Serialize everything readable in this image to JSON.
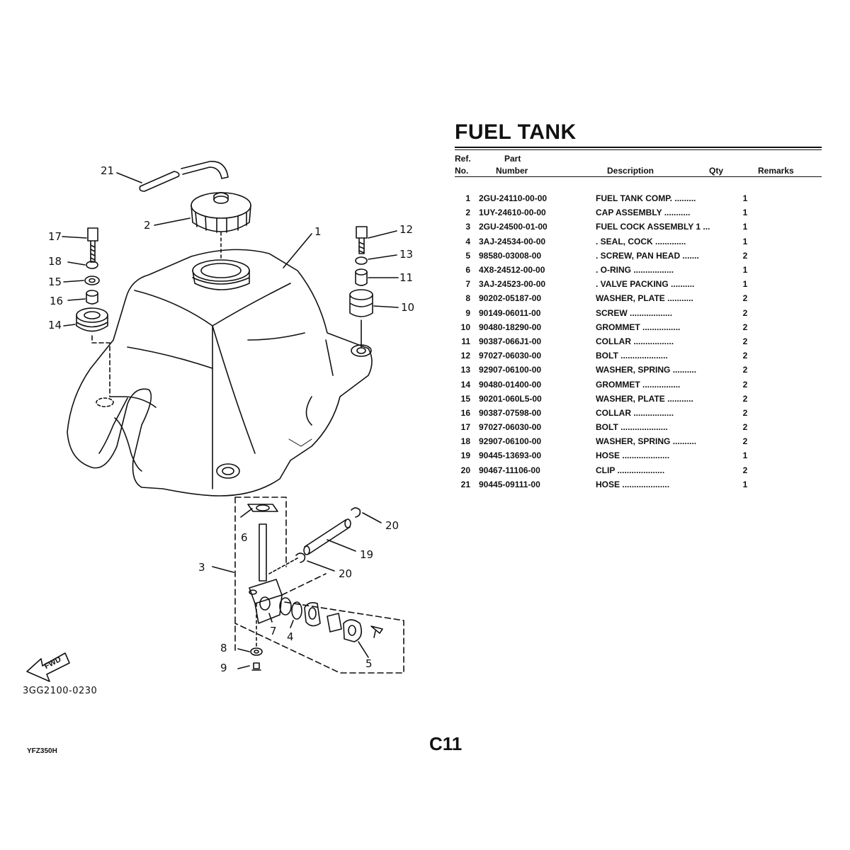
{
  "title": "FUEL TANK",
  "headers": {
    "ref": "Ref.",
    "no": "No.",
    "part": "Part",
    "number": "Number",
    "description": "Description",
    "qty": "Qty",
    "remarks": "Remarks"
  },
  "parts": [
    {
      "ref": "1",
      "part_number": "2GU-24110-00-00",
      "description": "FUEL TANK COMP.",
      "dots": ".........",
      "qty": "1"
    },
    {
      "ref": "2",
      "part_number": "1UY-24610-00-00",
      "description": "CAP ASSEMBLY",
      "dots": "...........",
      "qty": "1"
    },
    {
      "ref": "3",
      "part_number": "2GU-24500-01-00",
      "description": "FUEL COCK ASSEMBLY 1",
      "dots": "...",
      "qty": "1"
    },
    {
      "ref": "4",
      "part_number": "3AJ-24534-00-00",
      "description": ". SEAL, COCK",
      "dots": ".............",
      "qty": "1"
    },
    {
      "ref": "5",
      "part_number": "98580-03008-00",
      "description": ". SCREW, PAN HEAD",
      "dots": ".......",
      "qty": "2"
    },
    {
      "ref": "6",
      "part_number": "4X8-24512-00-00",
      "description": ". O-RING",
      "dots": ".................",
      "qty": "1"
    },
    {
      "ref": "7",
      "part_number": "3AJ-24523-00-00",
      "description": ". VALVE PACKING",
      "dots": "..........",
      "qty": "1"
    },
    {
      "ref": "8",
      "part_number": "90202-05187-00",
      "description": "WASHER, PLATE",
      "dots": "...........",
      "qty": "2"
    },
    {
      "ref": "9",
      "part_number": "90149-06011-00",
      "description": "SCREW",
      "dots": "..................",
      "qty": "2"
    },
    {
      "ref": "10",
      "part_number": "90480-18290-00",
      "description": "GROMMET",
      "dots": "................",
      "qty": "2"
    },
    {
      "ref": "11",
      "part_number": "90387-066J1-00",
      "description": "COLLAR",
      "dots": ".................",
      "qty": "2"
    },
    {
      "ref": "12",
      "part_number": "97027-06030-00",
      "description": "BOLT",
      "dots": "....................",
      "qty": "2"
    },
    {
      "ref": "13",
      "part_number": "92907-06100-00",
      "description": "WASHER, SPRING",
      "dots": "..........",
      "qty": "2"
    },
    {
      "ref": "14",
      "part_number": "90480-01400-00",
      "description": "GROMMET",
      "dots": "................",
      "qty": "2"
    },
    {
      "ref": "15",
      "part_number": "90201-060L5-00",
      "description": "WASHER, PLATE",
      "dots": "...........",
      "qty": "2"
    },
    {
      "ref": "16",
      "part_number": "90387-07598-00",
      "description": "COLLAR",
      "dots": ".................",
      "qty": "2"
    },
    {
      "ref": "17",
      "part_number": "97027-06030-00",
      "description": "BOLT",
      "dots": "....................",
      "qty": "2"
    },
    {
      "ref": "18",
      "part_number": "92907-06100-00",
      "description": "WASHER, SPRING",
      "dots": "..........",
      "qty": "2"
    },
    {
      "ref": "19",
      "part_number": "90445-13693-00",
      "description": "HOSE",
      "dots": "....................",
      "qty": "1"
    },
    {
      "ref": "20",
      "part_number": "90467-11106-00",
      "description": "CLIP",
      "dots": "....................",
      "qty": "2"
    },
    {
      "ref": "21",
      "part_number": "90445-09111-00",
      "description": "HOSE",
      "dots": "....................",
      "qty": "1"
    }
  ],
  "diagram": {
    "callouts": [
      "21",
      "2",
      "1",
      "17",
      "18",
      "15",
      "16",
      "14",
      "12",
      "13",
      "11",
      "10",
      "3",
      "6",
      "7",
      "4",
      "8",
      "9",
      "5",
      "19",
      "20",
      "20"
    ],
    "figure_code": "3GG2100-0230",
    "fwd_label": "FWD"
  },
  "page_number": "C11",
  "model": "YFZ350H"
}
